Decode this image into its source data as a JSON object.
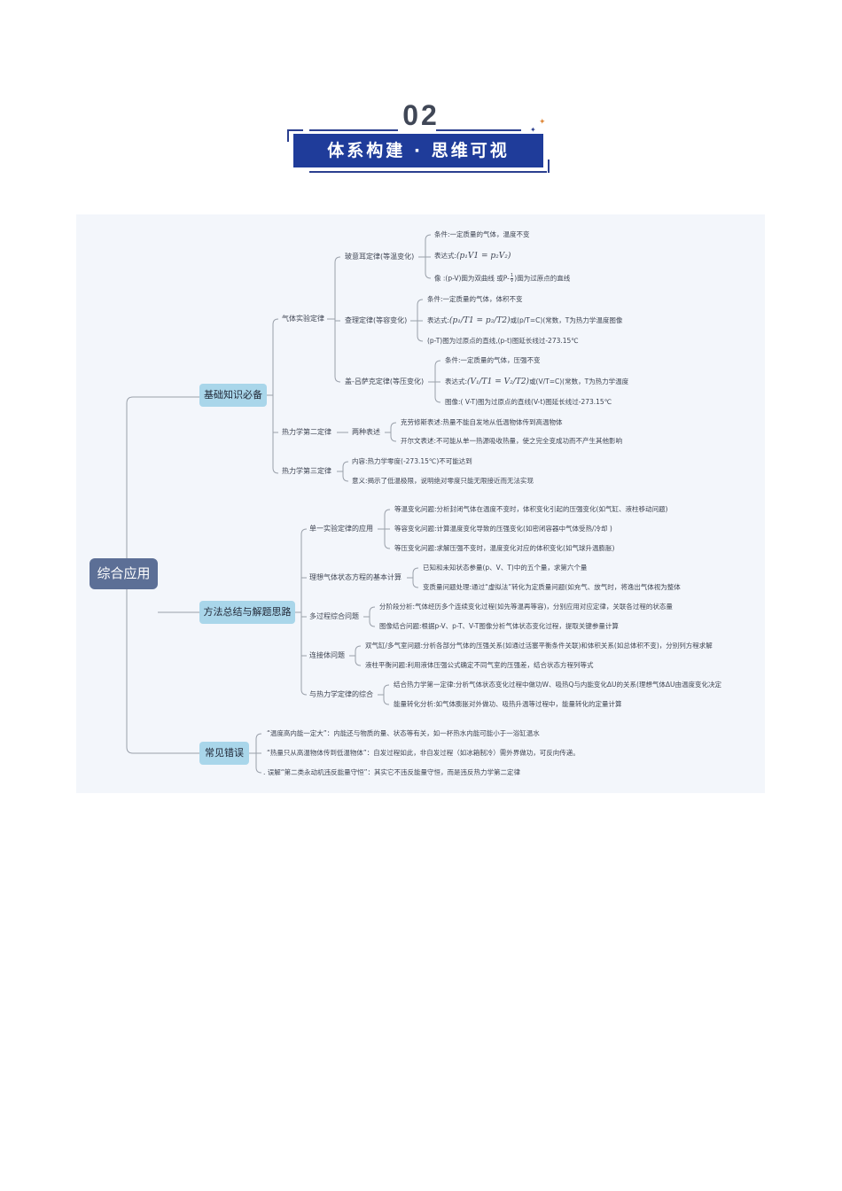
{
  "header": {
    "section_number": "02",
    "section_title": "体系构建 · 思维可视"
  },
  "colors": {
    "banner": "#1f3c9a",
    "root_node": "#5c6f96",
    "branch_node": "#a9d6ea",
    "panel_bg": "#f3f6fb",
    "line": "#9aa0aa"
  },
  "mindmap": {
    "root": "综合应用",
    "basics": {
      "label": "基础知识必备",
      "gas_laws": {
        "label": "气体实验定律",
        "boyle": {
          "label": "玻意耳定律(等温变化)",
          "condition": "条件:一定质量的气体，温度不变",
          "expr_prefix": "表达式:",
          "expr_formula": "(p₁V1 = p₂V₂)",
          "graph_a": "像 :(p-V)图为双曲线 或P-",
          "graph_frac_num": "1",
          "graph_frac_den": "V",
          "graph_b": ")图为过原点的直线"
        },
        "charles_p": {
          "label": "查理定律(等容变化)",
          "condition": "条件:一定质量的气体，体积不变",
          "expr_prefix": "表达式:",
          "expr_formula": "(p₁/T1 = p₂/T2)",
          "expr_suffix": "或(p/T=C)(常数，T为热力学温度图像",
          "graph": "(p-T)图为过原点的直线,(p-t)图延长线过-273.15℃"
        },
        "gay_lussac": {
          "label": "盖-吕萨克定律(等压变化)",
          "condition": "条件:一定质量的气体，压强不变",
          "expr_prefix": "表达式:",
          "expr_formula": "(V₁/T1 = V₂/T2)",
          "expr_suffix": "或(V/T=C)(常数，T为热力学温度",
          "graph": "图像:( V-T)图为过原点的直线(V-t)图延长线过-273.15℃"
        }
      },
      "second_law": {
        "label": "热力学第二定律",
        "sub": "两种表述",
        "clausius": "克劳修斯表述:热量不能自发地从低温物体传到高温物体",
        "kelvin": "开尔文表述:不可能从单一热源吸收热量，使之完全变成功而不产生其他影响"
      },
      "third_law": {
        "label": "热力学第三定律",
        "content": "内容:热力学零度(-273.15℃)不可能达到",
        "meaning": "意义:揭示了低温极限，说明绝对零度只能无限接近而无法实现"
      }
    },
    "methods": {
      "label": "方法总结与解题思路",
      "single": {
        "label": "单一实验定律的应用",
        "items": [
          "等温变化问题:分析封闭气体在温度不变时，体积变化引起的压强变化(如气缸、液柱移动问题)",
          "等容变化问题:计算温度变化导致的压强变化(如密闭容器中气体受热/冷却 )",
          "等压变化问题:求解压强不变时，温度变化对应的体积变化(如气球升温膨胀)"
        ]
      },
      "ideal_gas": {
        "label": "理想气体状态方程的基本计算",
        "items": [
          "已知和未知状态参量(p、V、T)中的五个量，求第六个量",
          "变质量问题处理:通过“虚拟法”转化为定质量问题(如充气、放气时，将逸出气体视为整体"
        ]
      },
      "multi": {
        "label": "多过程综合问题",
        "items": [
          "分阶段分析:气体经历多个连续变化过程(如先等温再等容)，分别应用对应定律，关联各过程的状态量",
          "图像结合问题:根据p-V、p-T、V-T图像分析气体状态变化过程，提取关键参量计算"
        ]
      },
      "connected": {
        "label": "连接体问题",
        "items": [
          "双气缸/多气室问题:分析各部分气体的压强关系(如通过活塞平衡条件关联)和体积关系(如总体积不变)，分别列方程求解",
          "液柱平衡问题:利用液体压强公式确定不同气室的压强差，结合状态方程列等式"
        ]
      },
      "thermo": {
        "label": "与热力学定律的综合",
        "items": [
          "结合热力学第一定律:分析气体状态变化过程中做功W、吸热Q与内能变化ΔU的关系(理想气体ΔU由温度变化决定",
          "能量转化分析:如气体膨胀对外做功、吸热升温等过程中，能量转化的定量计算"
        ]
      }
    },
    "mistakes": {
      "label": "常见错误",
      "items": [
        "“温度高内能一定大”：内能还与物质的量、状态等有关，如一杯热水内能可能小于一浴缸温水",
        "“热量只从高温物体传到低温物体”：自发过程如此，非自发过程（如冰箱制冷）需外界做功，可反向传递。",
        ". 误解“第二类永动机违反能量守恒”：其实它不违反能量守恒，而是违反热力学第二定律"
      ]
    }
  }
}
